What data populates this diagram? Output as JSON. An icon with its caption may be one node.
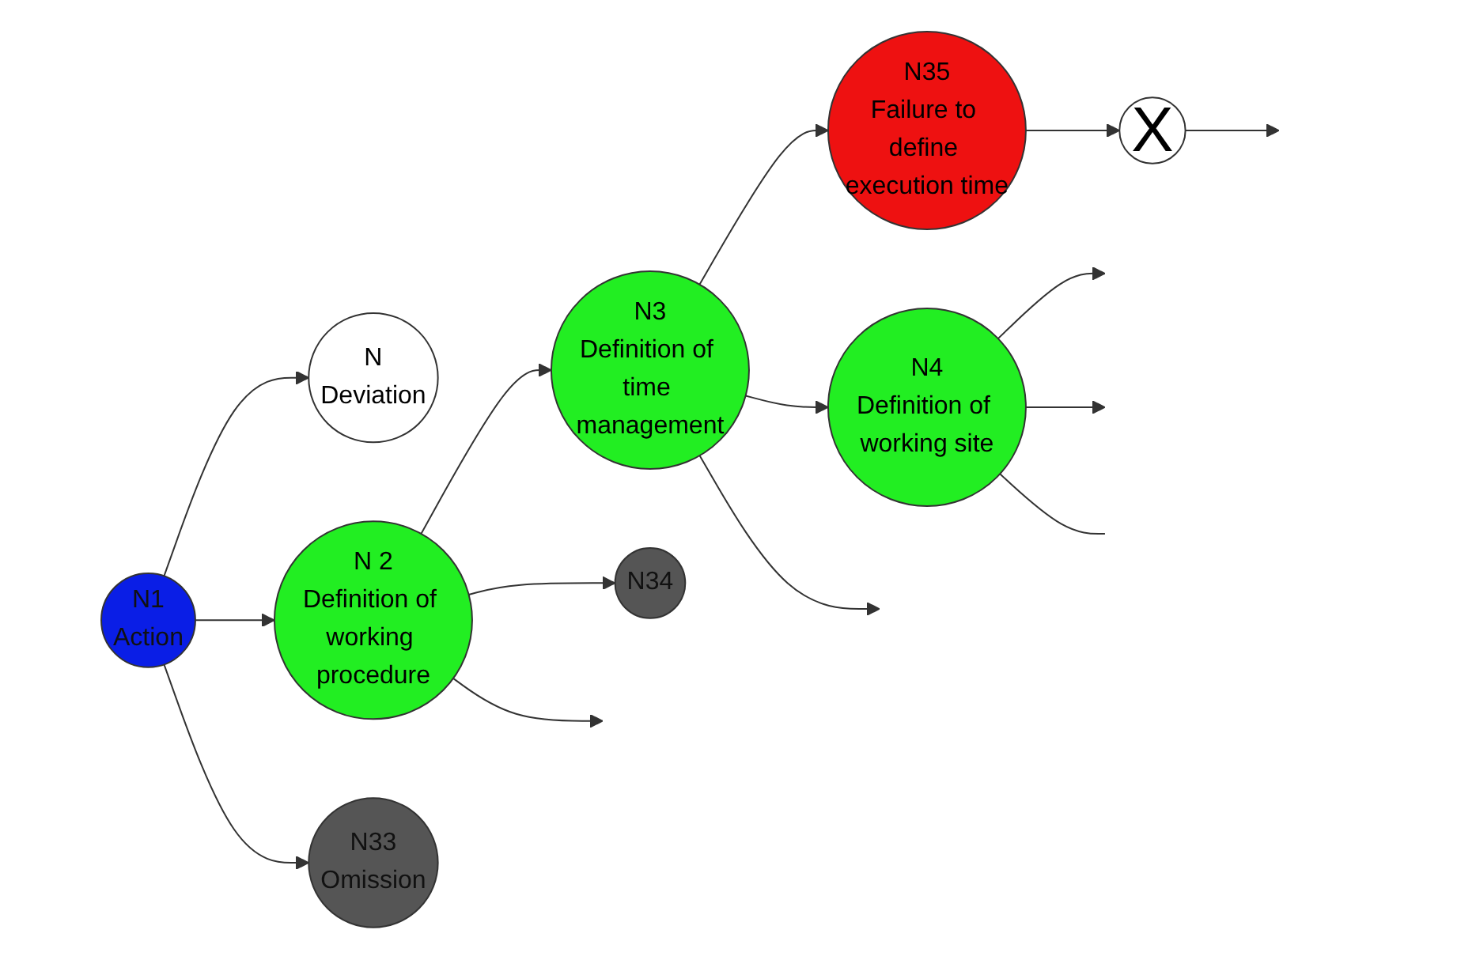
{
  "diagram": {
    "nodes": [
      {
        "text": [
          "N",
          "Deviation"
        ]
      },
      {
        "text": [
          "N1",
          "Action"
        ]
      },
      {
        "text": [
          "N 2",
          "Definition of working procedure"
        ]
      },
      {
        "text": [
          "N3",
          "Definition of time management"
        ]
      },
      {
        "text": [
          "N4",
          "Definition of working site"
        ]
      },
      {
        "text": [
          "N33",
          "Omission"
        ]
      },
      {
        "text": [
          "N34"
        ]
      },
      {
        "text": [
          "N35",
          "Failure to define execution time"
        ]
      },
      {
        "text": [
          "X"
        ]
      }
    ],
    "edges": [
      {
        "from": 1,
        "to": 0,
        "arrow": "to"
      },
      {
        "from": 1,
        "to": 2,
        "arrow": "to"
      },
      {
        "from": 2,
        "to": 3,
        "arrow": "to"
      },
      {
        "from": 3,
        "to": 4,
        "arrow": "to"
      },
      {
        "from": 4,
        "to": null,
        "arrow": "to"
      },
      {
        "from": 1,
        "to": 5,
        "arrow": "to"
      },
      {
        "from": 2,
        "to": 6,
        "arrow": "to"
      },
      {
        "from": 3,
        "to": 7,
        "arrow": "to"
      },
      {
        "from": 2,
        "to": null,
        "arrow": "to"
      },
      {
        "from": 3,
        "to": null,
        "arrow": "to"
      },
      {
        "from": 4,
        "to": null,
        "arrow": "to"
      },
      {
        "from": 7,
        "to": 8,
        "arrow": "to"
      },
      {
        "from": 8,
        "to": null,
        "arrow": "to"
      },
      {
        "from": 4,
        "to": null,
        "arrow": "none"
      }
    ]
  }
}
